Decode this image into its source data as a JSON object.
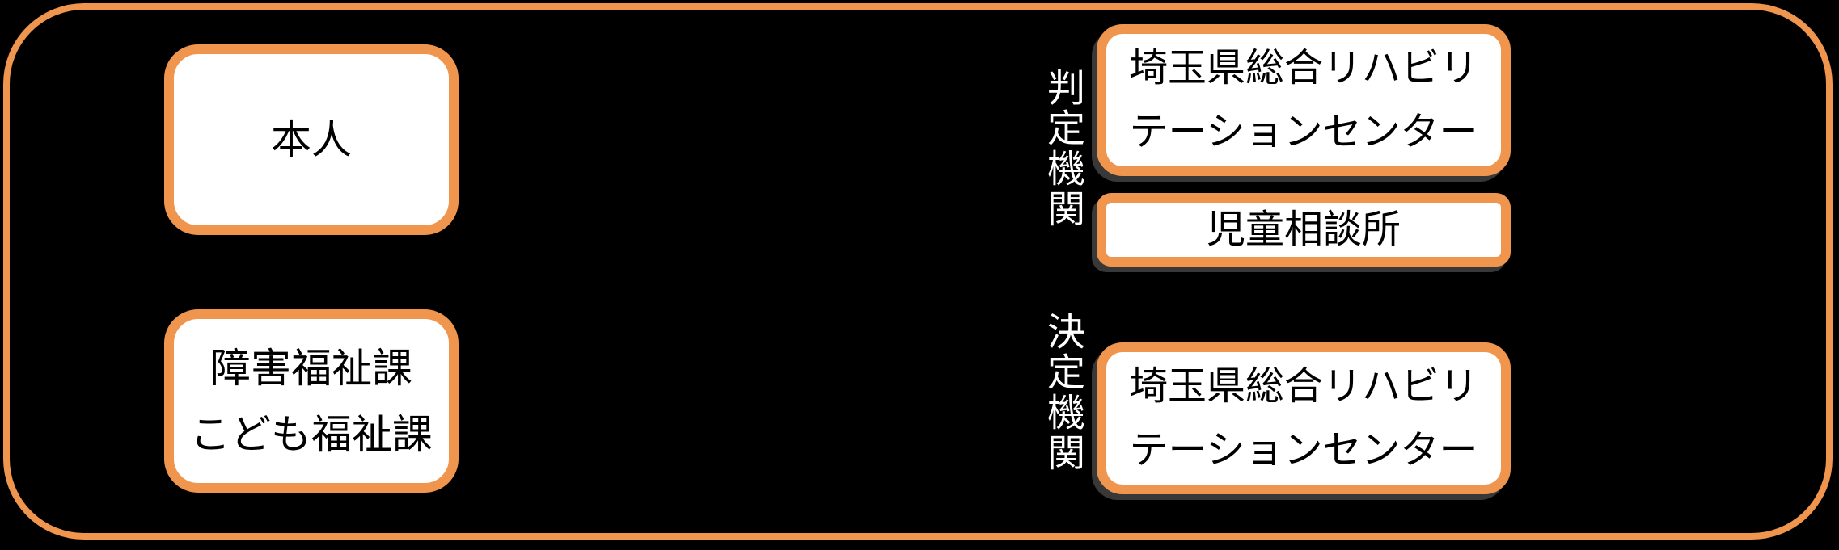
{
  "diagram": {
    "accent_color": "#F0954E",
    "background_color": "#000000",
    "box_fill_color": "#FFFFFF",
    "box_text_color": "#000000",
    "vertical_label_color": "#FFFFFF",
    "left_column": {
      "person_box": {
        "lines": [
          "本人"
        ]
      },
      "welfare_box": {
        "lines": [
          "障害福祉課",
          "こども福祉課"
        ]
      }
    },
    "right_column": {
      "assessment_group": {
        "label": "判定機関",
        "rehab_box": {
          "lines": [
            "埼玉県総合リハビリ",
            "テーションセンター"
          ]
        },
        "child_consultation_box": {
          "lines": [
            "児童相談所"
          ]
        }
      },
      "decision_group": {
        "label": "決定機関",
        "rehab_box": {
          "lines": [
            "埼玉県総合リハビリ",
            "テーションセンター"
          ]
        }
      }
    }
  }
}
